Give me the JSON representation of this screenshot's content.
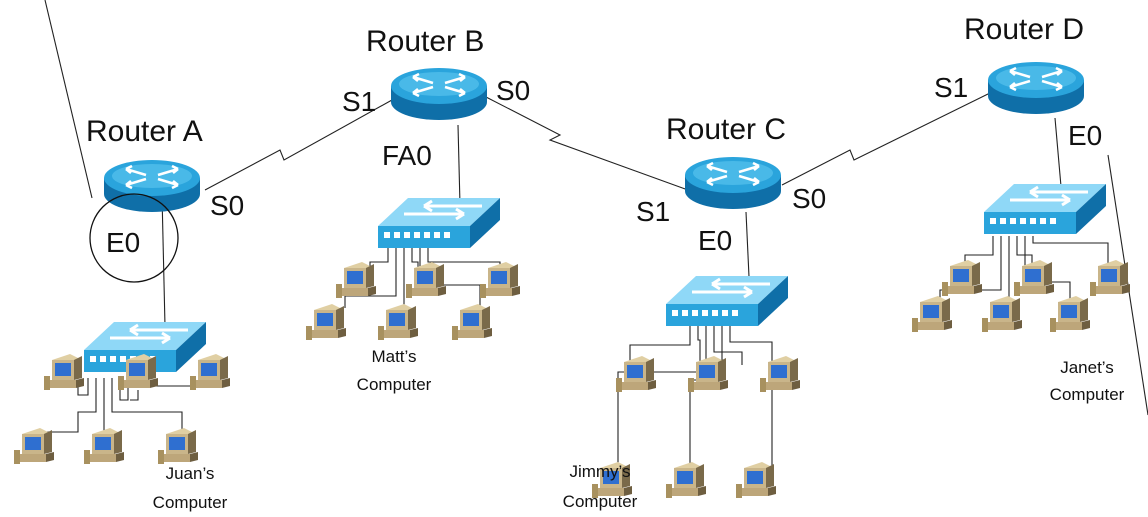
{
  "routers": [
    {
      "id": "A",
      "title": "Router A",
      "interfaces": [
        "S0",
        "E0"
      ]
    },
    {
      "id": "B",
      "title": "Router B",
      "interfaces": [
        "S1",
        "S0",
        "FA0"
      ]
    },
    {
      "id": "C",
      "title": "Router C",
      "interfaces": [
        "S1",
        "S0",
        "E0"
      ]
    },
    {
      "id": "D",
      "title": "Router D",
      "interfaces": [
        "S1",
        "E0"
      ]
    }
  ],
  "computers": [
    {
      "owner": "Juan’s",
      "label": "Computer"
    },
    {
      "owner": "Matt’s",
      "label": "Computer"
    },
    {
      "owner": "Jimmy’s",
      "label": "Computer"
    },
    {
      "owner": "Janet’s",
      "label": "Computer"
    }
  ],
  "colors": {
    "device_blue": "#2aa4dc",
    "device_dark": "#0f6fa8",
    "device_light": "#8fd8f7",
    "pc_body": "#c9b58a",
    "pc_shadow": "#7a6a4a",
    "pc_screen": "#2f6fd0"
  }
}
